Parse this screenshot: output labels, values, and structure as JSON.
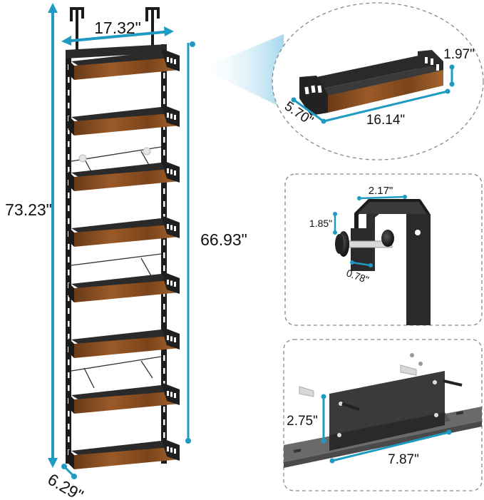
{
  "main_rack": {
    "width_label": "17.32\"",
    "total_height_label": "73.23\"",
    "shelf_span_label": "66.93\"",
    "depth_label": "6.29\"",
    "shelf_count": 8
  },
  "shelf_detail": {
    "height_label": "1.97\"",
    "length_label": "16.14\"",
    "depth_label": "5.70\""
  },
  "hook_detail": {
    "width_label": "2.17\"",
    "height_label": "1.85\"",
    "gap_label": "0.78\""
  },
  "wall_mount_detail": {
    "height_label": "2.75\"",
    "width_label": "7.87\""
  },
  "colors": {
    "accent_dimension": "#1f9bc3",
    "frame_black": "#1c1c1c",
    "wood_brown": "#8a4f22",
    "wood_dark": "#5b3314",
    "callout_fill": "#bfe3f2"
  }
}
